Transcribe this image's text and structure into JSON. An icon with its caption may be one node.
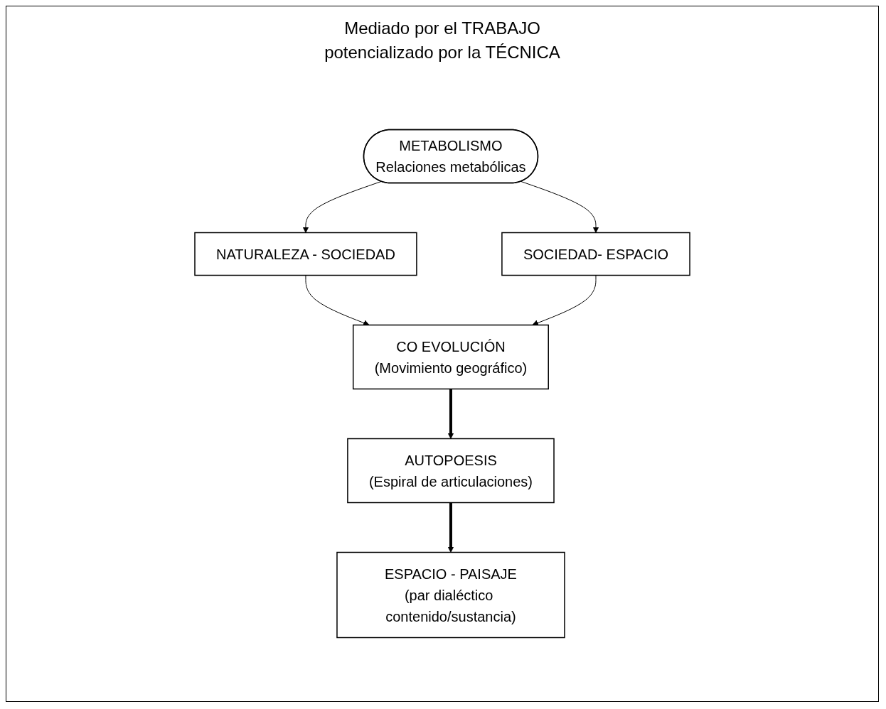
{
  "diagram": {
    "nodes": [
      {
        "text": [
          "METABOLISMO",
          "Relaciones metabólicas"
        ]
      },
      {
        "text": [
          "NATURALEZA - SOCIEDAD"
        ]
      },
      {
        "text": [
          "SOCIEDAD- ESPACIO"
        ]
      },
      {
        "text": [
          "CO EVOLUCIÓN",
          "(Movimiento geográfico)"
        ]
      },
      {
        "text": [
          "AUTOPOESIS",
          "(Espiral de articulaciones)"
        ]
      },
      {
        "text": [
          "ESPACIO - PAISAJE",
          "(par dialéctico contenido/sustancia)"
        ]
      }
    ],
    "edges": [
      {
        "from": 0,
        "to": 1,
        "arrow": "to"
      },
      {
        "from": 0,
        "to": 2,
        "arrow": "to"
      },
      {
        "from": 1,
        "to": 3,
        "arrow": "to"
      },
      {
        "from": 2,
        "to": 3,
        "arrow": "to"
      },
      {
        "from": 3,
        "to": 4,
        "arrow": "to",
        "style": "thick"
      },
      {
        "from": 4,
        "to": 5,
        "arrow": "to",
        "style": "thick"
      }
    ],
    "labels": [
      "Mediado por el TRABAJO potencializado por la TÉCNICA"
    ]
  }
}
